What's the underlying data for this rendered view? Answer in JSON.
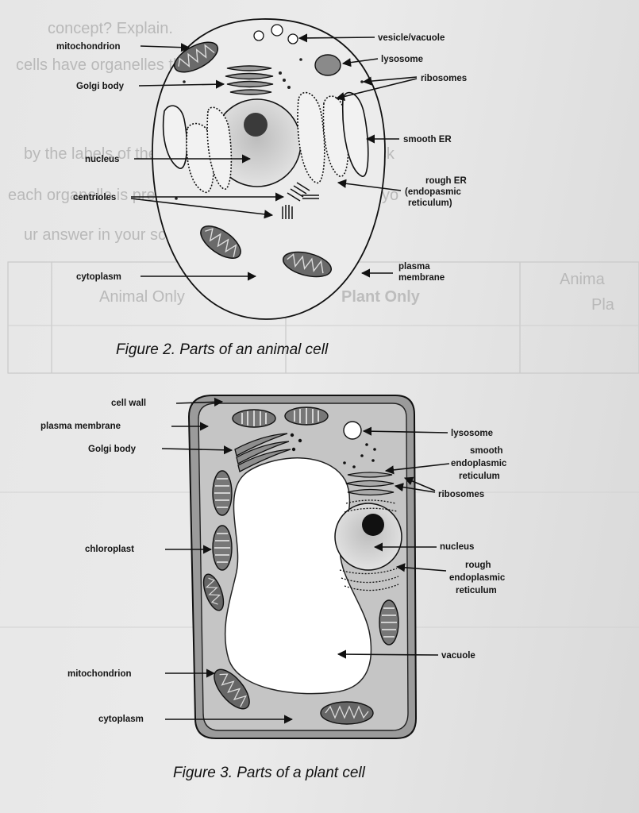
{
  "figure2": {
    "caption": "Figure 2. Parts of an animal cell",
    "labels": {
      "mitochondrion": "mitochondrion",
      "vesicle_vacuole": "vesicle/vacuole",
      "lysosome": "lysosome",
      "ribosomes": "ribosomes",
      "golgi_body": "Golgi body",
      "smooth_er": "smooth ER",
      "nucleus": "nucleus",
      "rough_er_1": "rough ER",
      "rough_er_2": "(endopasmic",
      "rough_er_3": "reticulum)",
      "centrioles": "centrioles",
      "plasma_membrane_1": "plasma",
      "plasma_membrane_2": "membrane",
      "cytoplasm": "cytoplasm"
    }
  },
  "figure3": {
    "caption": "Figure 3. Parts of a plant cell",
    "labels": {
      "cell_wall": "cell wall",
      "plasma_membrane": "plasma membrane",
      "golgi_body": "Golgi body",
      "lysosome": "lysosome",
      "smooth_er_1": "smooth",
      "smooth_er_2": "endoplasmic",
      "smooth_er_3": "reticulum",
      "ribosomes": "ribosomes",
      "chloroplast": "chloroplast",
      "nucleus": "nucleus",
      "rough_er_1": "rough",
      "rough_er_2": "endoplasmic",
      "rough_er_3": "reticulum",
      "vacuole": "vacuole",
      "mitochondrion": "mitochondrion",
      "cytoplasm": "cytoplasm"
    }
  },
  "background_text": {
    "line1": "concept? Explain.",
    "line2": "cells have organelles that are the same?",
    "line3": "by the labels of the organelles cell parts. Put a check",
    "line4": "each organelle is present in. The first one is done for yo",
    "line5": "ur answer in your science activity notebook.",
    "col_animal": "Animal Only",
    "col_plant": "Plant Only",
    "col_both_1": "Anima",
    "col_both_2": "Pla"
  }
}
